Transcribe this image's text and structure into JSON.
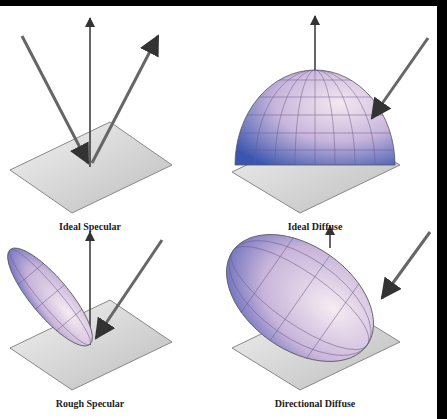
{
  "diagram": {
    "labels": [
      "Ideal Specular",
      "Ideal Diffuse",
      "Rough Specular",
      "Directional Diffuse"
    ]
  }
}
